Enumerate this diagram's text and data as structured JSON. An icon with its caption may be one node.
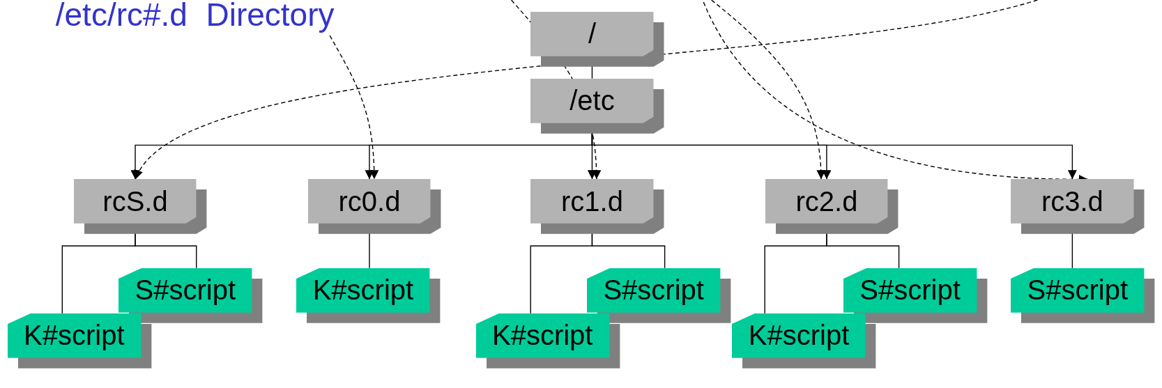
{
  "diagram": {
    "title": "/etc/rc#.d Directory",
    "nodes": [
      {
        "text": [
          "/"
        ]
      },
      {
        "text": [
          "/etc"
        ]
      },
      {
        "text": [
          "rcS.d"
        ]
      },
      {
        "text": [
          "rc0.d"
        ]
      },
      {
        "text": [
          "rc1.d"
        ]
      },
      {
        "text": [
          "rc2.d"
        ]
      },
      {
        "text": [
          "rc3.d"
        ]
      },
      {
        "text": [
          "S#script"
        ]
      },
      {
        "text": [
          "K#script"
        ]
      },
      {
        "text": [
          "K#script"
        ]
      },
      {
        "text": [
          "S#script"
        ]
      },
      {
        "text": [
          "K#script"
        ]
      },
      {
        "text": [
          "S#script"
        ]
      },
      {
        "text": [
          "K#script"
        ]
      },
      {
        "text": [
          "S#script"
        ]
      }
    ],
    "edges": [
      {
        "from": 0,
        "to": 1,
        "arrow": "none"
      },
      {
        "from": 1,
        "to": 2,
        "arrow": "to"
      },
      {
        "from": 1,
        "to": 3,
        "arrow": "to"
      },
      {
        "from": 1,
        "to": 4,
        "arrow": "to"
      },
      {
        "from": 1,
        "to": 5,
        "arrow": "to"
      },
      {
        "from": 1,
        "to": 6,
        "arrow": "to"
      },
      {
        "from": 2,
        "to": 7,
        "arrow": "none"
      },
      {
        "from": 2,
        "to": 8,
        "arrow": "none"
      },
      {
        "from": 3,
        "to": 9,
        "arrow": "none"
      },
      {
        "from": 4,
        "to": 10,
        "arrow": "none"
      },
      {
        "from": 4,
        "to": 11,
        "arrow": "none"
      },
      {
        "from": 5,
        "to": 12,
        "arrow": "none"
      },
      {
        "from": 5,
        "to": 13,
        "arrow": "none"
      },
      {
        "from": 6,
        "to": 14,
        "arrow": "none"
      },
      {
        "from": null,
        "to": 2,
        "arrow": "to",
        "style": "dashed"
      },
      {
        "from": null,
        "to": 3,
        "arrow": "to",
        "style": "dashed"
      },
      {
        "from": null,
        "to": 4,
        "arrow": "to",
        "style": "dashed"
      },
      {
        "from": null,
        "to": 5,
        "arrow": "to",
        "style": "dashed"
      },
      {
        "from": null,
        "to": 6,
        "arrow": "to",
        "style": "dashed"
      }
    ]
  }
}
